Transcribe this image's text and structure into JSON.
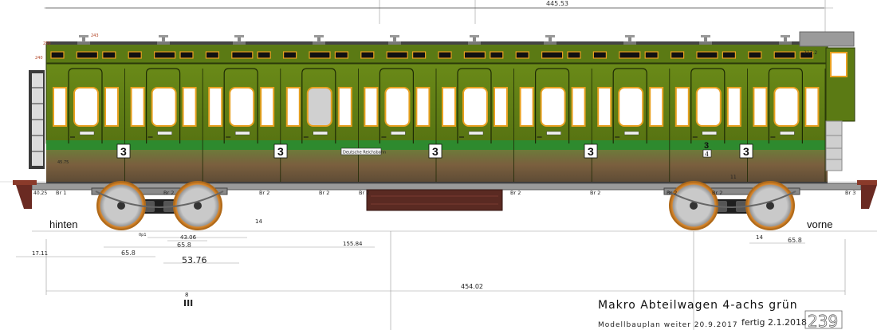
{
  "title": "Makro  Abteilwagen 4-achs grün",
  "subtitle": "Modellbauplan weiter 20.9.2017",
  "finished": "fertig 2.1.2018",
  "page_number": "239",
  "labels": {
    "left_end": "hinten",
    "right_end": "vorne",
    "roman_numeral": "III",
    "small_marker": "8",
    "sign": "Deutsche Reichsbahn"
  },
  "class_number": "3",
  "class_small": "4",
  "brakes": [
    "Br 1",
    "Br 2",
    "Br 2",
    "Br 2",
    "Br 2",
    "Br 2",
    "Br 2",
    "Br 2",
    "Br 2",
    "Br 3"
  ],
  "dimensions": {
    "top_length": "445.53",
    "overall_length": "454.02",
    "d_1": "155.84",
    "d_2": "65.8",
    "d_3": "43.06",
    "d_4": "65.8",
    "d_5": "53.76",
    "d_6": "17.11",
    "d_7": "65.8",
    "d_8": "14",
    "d_9": "14",
    "d_10": "45.75",
    "d_11": "40.25",
    "d_12": "250",
    "d_13": "240",
    "d_14": "243",
    "d_15": "213.2",
    "d_16": "0p1",
    "d_17": "11"
  },
  "colors": {
    "body_green": "#5b7a14",
    "stripe_green": "#2e8a2e",
    "lower_brown": "#6b5a3a",
    "frame": "#888888",
    "window_trim": "#e8a020",
    "brake_box": "#5a2a22"
  }
}
